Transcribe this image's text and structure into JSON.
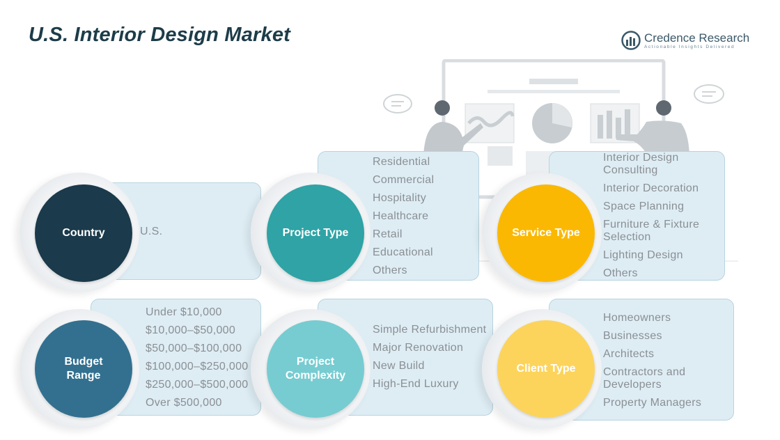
{
  "title": "U.S. Interior Design Market",
  "logo": {
    "brand": "Credence Research",
    "tagline": "Actionable Insights Delivered"
  },
  "segments": [
    {
      "label": "Country",
      "color": "#1b3a4b",
      "items": [
        "U.S."
      ]
    },
    {
      "label": "Project Type",
      "color": "#2fa3a5",
      "items": [
        "Residential",
        "Commercial",
        "Hospitality",
        "Healthcare",
        "Retail",
        "Educational",
        "Others"
      ]
    },
    {
      "label": "Service Type",
      "color": "#fbb803",
      "items": [
        "Interior Design Consulting",
        "Interior Decoration",
        "Space Planning",
        "Furniture & Fixture Selection",
        "Lighting Design",
        "Others"
      ]
    },
    {
      "label": "Budget Range",
      "color": "#33708f",
      "items": [
        "Under $10,000",
        "$10,000–$50,000",
        "$50,000–$100,000",
        "$100,000–$250,000",
        "$250,000–$500,000",
        "Over $500,000"
      ]
    },
    {
      "label": "Project Complexity",
      "color": "#76ccd1",
      "items": [
        "Simple Refurbishment",
        "Major Renovation",
        "New Build",
        "High-End Luxury"
      ]
    },
    {
      "label": "Client Type",
      "color": "#fcd45c",
      "items": [
        "Homeowners",
        "Businesses",
        "Architects",
        "Contractors and Developers",
        "Property Managers"
      ]
    }
  ]
}
